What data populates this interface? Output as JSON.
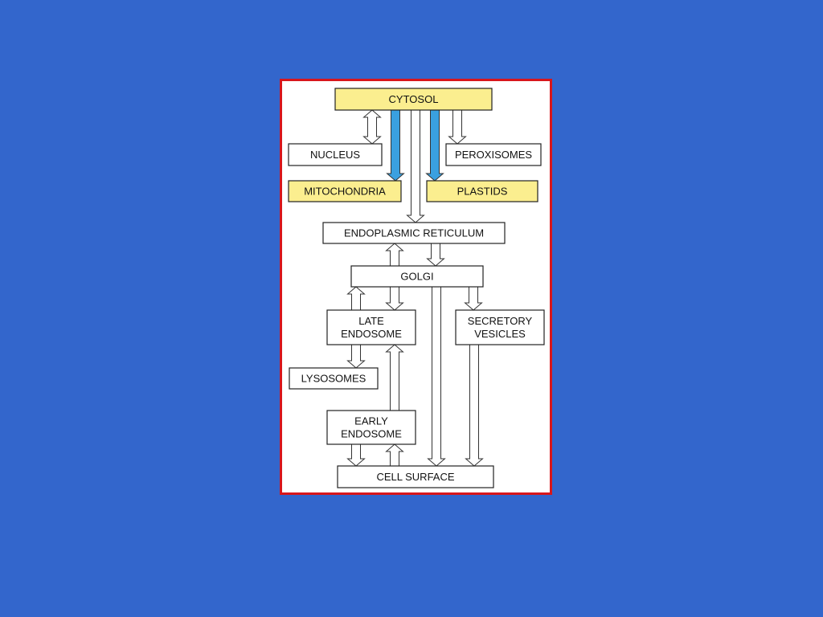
{
  "colors": {
    "background": "#3366cc",
    "frame_border": "#d8161b",
    "panel": "#ffffff",
    "highlight_fill": "#fbee8f",
    "plain_fill": "#ffffff",
    "import_arrow": "#3aa0e0",
    "arrow_outline": "#333333"
  },
  "compartments": {
    "cytosol": {
      "lines": [
        "CYTOSOL"
      ],
      "highlight": true
    },
    "nucleus": {
      "lines": [
        "NUCLEUS"
      ],
      "highlight": false
    },
    "peroxisomes": {
      "lines": [
        "PEROXISOMES"
      ],
      "highlight": false
    },
    "mitochondria": {
      "lines": [
        "MITOCHONDRIA"
      ],
      "highlight": true
    },
    "plastids": {
      "lines": [
        "PLASTIDS"
      ],
      "highlight": true
    },
    "er": {
      "lines": [
        "ENDOPLASMIC RETICULUM"
      ],
      "highlight": false
    },
    "golgi": {
      "lines": [
        "GOLGI"
      ],
      "highlight": false
    },
    "late_endosome": {
      "lines": [
        "LATE",
        "ENDOSOME"
      ],
      "highlight": false
    },
    "secretory_vesicles": {
      "lines": [
        "SECRETORY",
        "VESICLES"
      ],
      "highlight": false
    },
    "lysosomes": {
      "lines": [
        "LYSOSOMES"
      ],
      "highlight": false
    },
    "early_endosome": {
      "lines": [
        "EARLY",
        "ENDOSOME"
      ],
      "highlight": false
    },
    "cell_surface": {
      "lines": [
        "CELL SURFACE"
      ],
      "highlight": false
    }
  },
  "transport": [
    {
      "from": "cytosol",
      "to": "nucleus",
      "direction": "both",
      "kind": "gated"
    },
    {
      "from": "cytosol",
      "to": "mitochondria",
      "direction": "forward",
      "kind": "translocation-highlight"
    },
    {
      "from": "cytosol",
      "to": "er",
      "direction": "forward",
      "kind": "translocation"
    },
    {
      "from": "cytosol",
      "to": "plastids",
      "direction": "forward",
      "kind": "translocation-highlight"
    },
    {
      "from": "cytosol",
      "to": "peroxisomes",
      "direction": "forward",
      "kind": "translocation"
    },
    {
      "from": "golgi",
      "to": "er",
      "direction": "forward",
      "kind": "vesicular"
    },
    {
      "from": "er",
      "to": "golgi",
      "direction": "forward",
      "kind": "vesicular"
    },
    {
      "from": "late_endosome",
      "to": "golgi",
      "direction": "forward",
      "kind": "vesicular"
    },
    {
      "from": "golgi",
      "to": "late_endosome",
      "direction": "forward",
      "kind": "vesicular"
    },
    {
      "from": "golgi",
      "to": "secretory_vesicles",
      "direction": "forward",
      "kind": "vesicular"
    },
    {
      "from": "golgi",
      "to": "cell_surface",
      "direction": "forward",
      "kind": "vesicular"
    },
    {
      "from": "late_endosome",
      "to": "lysosomes",
      "direction": "forward",
      "kind": "vesicular"
    },
    {
      "from": "early_endosome",
      "to": "late_endosome",
      "direction": "forward",
      "kind": "vesicular"
    },
    {
      "from": "secretory_vesicles",
      "to": "cell_surface",
      "direction": "forward",
      "kind": "vesicular"
    },
    {
      "from": "early_endosome",
      "to": "cell_surface",
      "direction": "forward",
      "kind": "vesicular"
    },
    {
      "from": "cell_surface",
      "to": "early_endosome",
      "direction": "forward",
      "kind": "vesicular"
    }
  ]
}
